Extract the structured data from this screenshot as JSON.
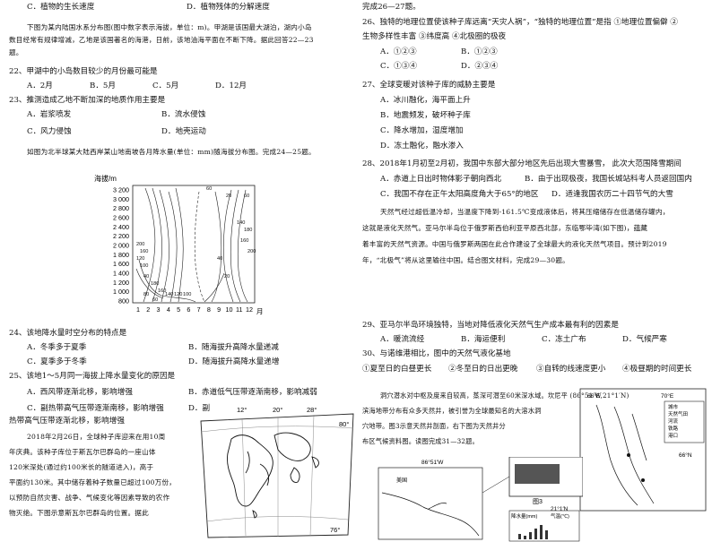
{
  "left": {
    "l1": "C．植物的生长速度",
    "l1d": "D．植物残体的分解速度",
    "p1a": "下图为某内陆国水系分布图(图中数字表示海拔，单位：m)。甲湖是该国最大湖泊，湖内小岛",
    "p1b": "数目经常有规律增减，乙地是该国著名的海港，日前，该地油海平面在不断下降。据此回答22—23",
    "p1c": "题。",
    "q22": "22、甲湖中的小岛数目较少的月份最可能是",
    "q22opts": [
      "A．2月",
      "B．5月",
      "C．5月",
      "D．12月"
    ],
    "q23": "23、推测造成乙地不断加深的地质作用主要是",
    "q23opts": [
      "A．岩浆喷发",
      "B．流水侵蚀",
      "C．风力侵蚀",
      "D．地壳运动"
    ],
    "p2": "如图为北半球某大陆西岸某山地南坡各月降水量(单位：mm)随海拔分布图。完成24—25题。",
    "q24": "24、该地降水量时空分布的特点是",
    "q24opts": [
      "A．冬季多于夏季",
      "B．随海拔升高降水量递减",
      "C．夏季多于冬季",
      "D．随海拔升高降水量递增"
    ],
    "q25": "25、该地1～5月同一海拔上降水量变化的原因是",
    "q25opts": [
      "A．西风带逐渐北移，影响增强",
      "B．赤道低气压带逐渐南移，影响减弱",
      "C．副热带高气压带逐渐南移，影响增强",
      "D．副"
    ],
    "q25d": "热带高气压带逐渐北移，影响增强",
    "p3": [
      "2018年2月26日，全球种子库迎来在用10周",
      "年庆典。该种子库位于斯瓦尔巴群岛的一座山体",
      "120米深处(通过约100米长的隧道进入)，高于",
      "平面约130米。其中储存着种子数量已超过100万份，",
      "以预防自然灾害、战争、气候变化等因素导致的农作",
      "物灭绝。下图示意斯瓦尔巴群岛的位置。据此"
    ]
  },
  "right": {
    "r0": "完成26—27题。",
    "q26a": "26、独特的地理位置使该种子库远离“天灾人祸”，“独特的地理位置”是指  ①地理位置偏僻  ②",
    "q26b": "生物多样性丰富  ③纬度高  ④北极圈的极夜",
    "q26opts": [
      "A．①②③",
      "B．①②③",
      "C．①③④",
      "D．②③④"
    ],
    "q27": "27、全球变暖对该种子库的威胁主要是",
    "q27opts": [
      "A．冰川融化，海平面上升",
      "B．地震频发，破坏种子库",
      "C．降水增加，湿度增加",
      "D．冻土融化，融水渗入"
    ],
    "q28a": "28、2018年1月初至2月初，我国中东部大部分地区先后出现大雪暴雪，  此次大范围降雪期间",
    "q28opts": [
      "A．赤道上日出时物体影子朝向西北",
      "B．由于出现极夜，我国长城站科考人员返回国内",
      "C．我国不存在正午太阳高度角大于65°的地区",
      "D．适逢我国农历二十四节气的大雪"
    ],
    "p4": [
      "天然气经过超低温冷却，当温度下降到-161.5℃变成液体后，将其压缩储存在低温储存罐内，",
      "这就是液化天然气。亚马尔半岛位于俄罗斯西伯利亚平原西北部，东临鄂毕湾(如下图)，蕴藏",
      "着丰富的天然气资源。中国与俄罗斯两国在此合作建设了全球最大的液化天然气项目。预计到2019",
      "年，“北极气”将从这里输往中国。结合图文材料，完成29—30题。"
    ],
    "q29": "29、亚马尔半岛环境独特，当地对降低液化天然气生产成本最有利的因素是",
    "q29opts": [
      "A．暖流流经",
      "B．海运便利",
      "C．冻土广布",
      "D．气候严寒"
    ],
    "q30": "30、与诺维港相比，图中的天然气液化基地",
    "q30opts": [
      "①夏至日的白昼更长",
      "②冬至日的日出更晚",
      "③自转的线速度更小",
      "④极昼期的时间更长"
    ],
    "p5": [
      "洞穴潜水对中枢及度来自较高，蒸深可潜至60米深水域。坎尼平 (86°51′W,21°1′N)",
      "滨海地带分布有众多天然井，被引誉为全球最知名的大溶水洞",
      "穴地带。图3示意天然井剖面，右下图为天然井分",
      "布区气候资料图。读图完成31—32题。"
    ]
  },
  "precip_chart": {
    "ylabel": "海拔/m",
    "yticks": [
      "3 200",
      "3 000",
      "2 800",
      "2 600",
      "2 400",
      "2 200",
      "2 000",
      "1 800",
      "1 600",
      "1 400",
      "1 200",
      "1 000",
      "800"
    ],
    "xticks": [
      "1",
      "2",
      "3",
      "4",
      "5",
      "6",
      "7",
      "8",
      "9",
      "10",
      "11",
      "12"
    ],
    "xunit": "月",
    "contour_labels": [
      "60",
      "20",
      "60",
      "200",
      "160",
      "120",
      "100",
      "140",
      "180",
      "160",
      "200",
      "40",
      "180",
      "160",
      "140",
      "120",
      "100",
      "80",
      "60",
      "40",
      "20"
    ]
  },
  "svalbard_map": {
    "lon_labels": [
      "12°",
      "20°",
      "28°"
    ],
    "lat_labels": [
      "80°",
      "76°"
    ]
  },
  "yamal_map": {
    "lat": "66°N",
    "lon_labels": [
      "66°E",
      "70°E"
    ],
    "legend": [
      "城市",
      "天然气田",
      "河流",
      "铁路",
      "港口"
    ]
  },
  "mexico_map": {
    "lon": "86°51′W",
    "lat": "21°1′N",
    "country": "美国",
    "fig_label": "图3",
    "climate_title": "降水量(mm)",
    "climate_temp": "气温(℃)"
  }
}
